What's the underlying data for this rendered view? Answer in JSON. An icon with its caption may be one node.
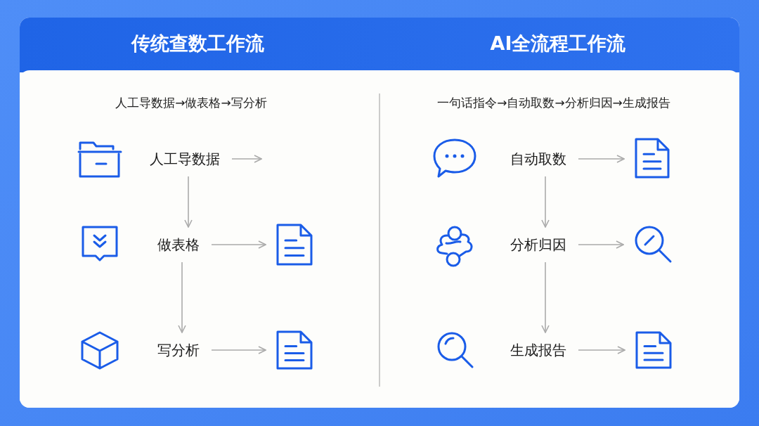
{
  "diagram": {
    "nodes": [
      {
        "text": [
          "人工导数据"
        ]
      },
      {
        "text": [
          "做表格"
        ]
      },
      {
        "text": [],
        "shape": "document"
      },
      {
        "text": [
          "写分析"
        ]
      },
      {
        "text": [],
        "shape": "document"
      },
      {
        "text": [
          "自动取数"
        ]
      },
      {
        "text": [],
        "shape": "document"
      },
      {
        "text": [
          "分析归因"
        ]
      },
      {
        "text": [],
        "shape": "magnifier"
      },
      {
        "text": [
          "生成报告"
        ]
      },
      {
        "text": [],
        "shape": "document"
      }
    ],
    "edges": [
      {
        "from": 0,
        "to": null,
        "arrow": "to"
      },
      {
        "from": 0,
        "to": 1,
        "arrow": "to"
      },
      {
        "from": 1,
        "to": 2,
        "arrow": "to"
      },
      {
        "from": 1,
        "to": 3,
        "arrow": "to"
      },
      {
        "from": 3,
        "to": 4,
        "arrow": "to"
      },
      {
        "from": 5,
        "to": 6,
        "arrow": "to"
      },
      {
        "from": 5,
        "to": 7,
        "arrow": "to"
      },
      {
        "from": 7,
        "to": 8,
        "arrow": "to"
      },
      {
        "from": 7,
        "to": 9,
        "arrow": "to"
      },
      {
        "from": 9,
        "to": 10,
        "arrow": "to"
      }
    ],
    "labels": [
      "传统查数工作流",
      "AI全流程工作流",
      "人工导数据→做表格→写分析",
      "一句话指令→自动取数→分析归因→生成报告"
    ]
  }
}
